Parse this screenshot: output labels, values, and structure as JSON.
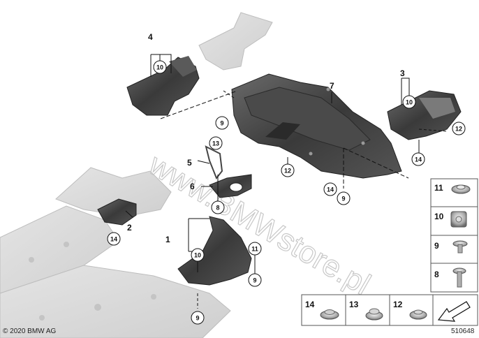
{
  "watermark": "www.BMWstore.pl",
  "copyright": "© 2020 BMW AG",
  "diagram_number": "510648",
  "callouts": {
    "c1": "1",
    "c2": "2",
    "c3": "3",
    "c4": "4",
    "c5": "5",
    "c6": "6",
    "c7": "7"
  },
  "bubbles": {
    "b10a": "10",
    "b10b": "10",
    "b10c": "10",
    "b9a": "9",
    "b9b": "9",
    "b9c": "9",
    "b9d": "9",
    "b13": "13",
    "b12a": "12",
    "b12b": "12",
    "b14a": "14",
    "b14b": "14",
    "b14c": "14",
    "b8": "8",
    "b11": "11"
  },
  "legend": {
    "p11": "11",
    "p10": "10",
    "p9": "9",
    "p8": "8",
    "p14": "14",
    "p13": "13",
    "p12": "12"
  },
  "colors": {
    "part_dark": "#3c3c3c",
    "part_mid": "#6a6a6a",
    "ghost": "#d9d9d9",
    "line": "#111111"
  }
}
